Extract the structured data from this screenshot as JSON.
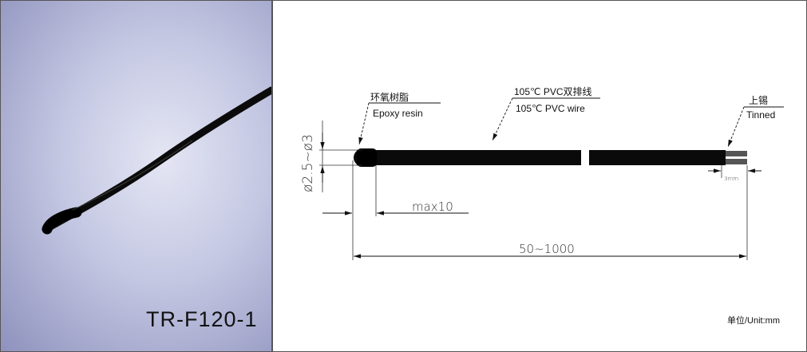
{
  "photo": {
    "model": "TR-F120-1"
  },
  "drawing": {
    "labels": {
      "epoxy_cn": "环氧树脂",
      "epoxy_en": "Epoxy resin",
      "wire_cn": "105℃ PVC双排线",
      "wire_en": "105℃ PVC wire",
      "tinned_cn": "上锡",
      "tinned_en": "Tinned"
    },
    "dimensions": {
      "diameter": "ø2.5~ø3",
      "head_length": "max10",
      "total_length": "50~1000",
      "tinned_length": "3mm"
    },
    "unit": "单位/Unit:mm"
  }
}
